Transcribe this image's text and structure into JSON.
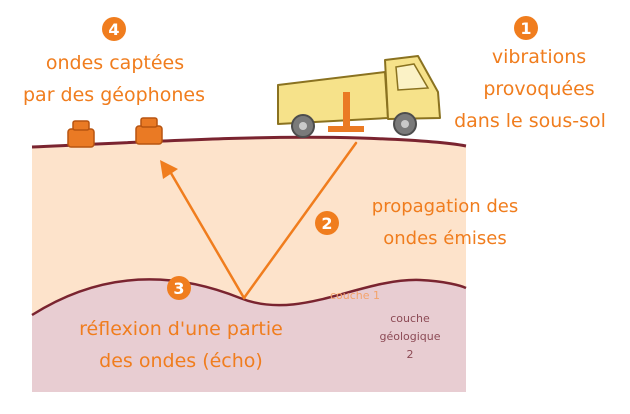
{
  "steps": [
    {
      "number": "1",
      "label_line1": "vibrations",
      "label_line2": "provoquées",
      "label_line3": "dans le sous-sol"
    },
    {
      "number": "2",
      "label_line1": "propagation des",
      "label_line2": "ondes émises"
    },
    {
      "number": "3",
      "label_line1": "réflexion d'une partie",
      "label_line2": "des ondes (écho)"
    },
    {
      "number": "4",
      "label_line1": "ondes captées",
      "label_line2": "par des géophones"
    }
  ],
  "layers": {
    "layer1": "couche 1",
    "layer2_line1": "couche",
    "layer2_line2": "géologique",
    "layer2_line3": "2"
  },
  "colors": {
    "accent": "#f07d1e",
    "layer1_fill": "#fde3cb",
    "layer2_fill": "#e8cdd2",
    "boundary": "#7a2430",
    "layer2_text": "#8c4a55",
    "truck_body": "#f6e28a",
    "truck_outline": "#8a7220",
    "wheel": "#7a7a7a",
    "geophone": "#ea7a24"
  }
}
